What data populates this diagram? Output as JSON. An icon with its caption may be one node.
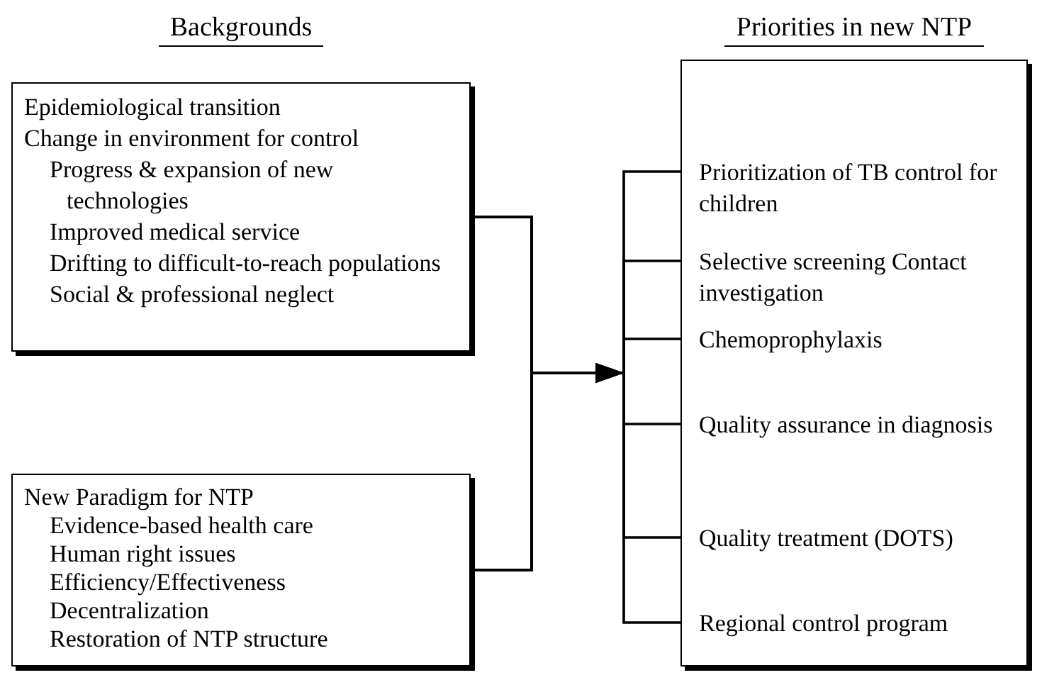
{
  "diagram": {
    "nodes": [
      {
        "text": [
          "Epidemiological transition",
          "Change in environment for control",
          "Progress & expansion of new technologies",
          "Improved medical service",
          "Drifting to difficult-to-reach populations",
          "Social & professional neglect"
        ]
      },
      {
        "text": [
          "New Paradigm for NTP",
          "Evidence-based health care",
          "Human right issues",
          "Efficiency/Effectiveness",
          "Decentralization",
          "Restoration of NTP structure"
        ]
      },
      {
        "text": [],
        "shape": "box"
      },
      {
        "text": [
          "Prioritization of TB control for children"
        ],
        "in": 2
      },
      {
        "text": [
          "Selective screening Contact investigation"
        ],
        "in": 2
      },
      {
        "text": [
          "Chemoprophylaxis"
        ],
        "in": 2
      },
      {
        "text": [
          "Quality assurance in diagnosis"
        ],
        "in": 2
      },
      {
        "text": [
          "Quality treatment (DOTS)"
        ],
        "in": 2
      },
      {
        "text": [
          "Regional control program"
        ],
        "in": 2
      }
    ],
    "edges": [
      {
        "from": 0,
        "to": 3,
        "arrow": "to"
      },
      {
        "from": 0,
        "to": 4,
        "arrow": "to"
      },
      {
        "from": 0,
        "to": 5,
        "arrow": "to"
      },
      {
        "from": 0,
        "to": 6,
        "arrow": "to"
      },
      {
        "from": 0,
        "to": 7,
        "arrow": "to"
      },
      {
        "from": 0,
        "to": 8,
        "arrow": "to"
      },
      {
        "from": 1,
        "to": 3,
        "arrow": "to"
      },
      {
        "from": 1,
        "to": 4,
        "arrow": "to"
      },
      {
        "from": 1,
        "to": 5,
        "arrow": "to"
      },
      {
        "from": 1,
        "to": 6,
        "arrow": "to"
      },
      {
        "from": 1,
        "to": 7,
        "arrow": "to"
      },
      {
        "from": 1,
        "to": 8,
        "arrow": "to"
      }
    ],
    "labels": [
      "Backgrounds",
      "Priorities in new NTP"
    ]
  }
}
